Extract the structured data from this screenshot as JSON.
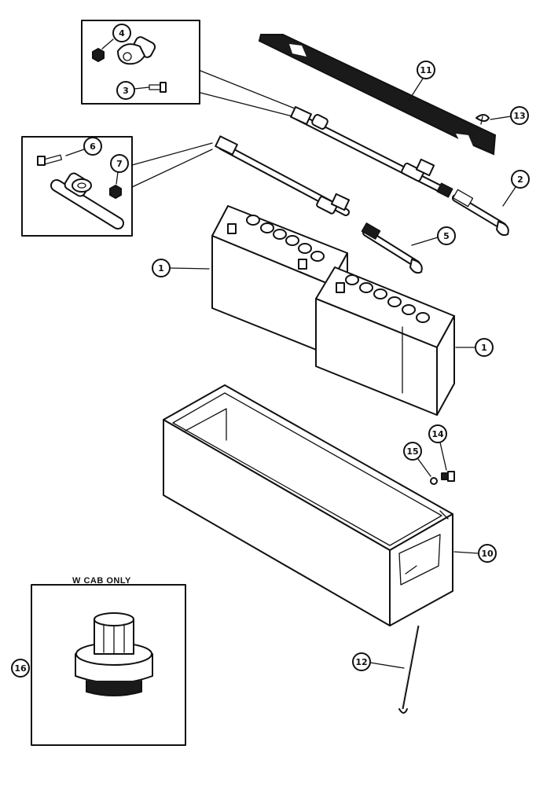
{
  "diagram": {
    "inset_caption": "W CAB ONLY",
    "callouts": {
      "c1a": "1",
      "c1b": "1",
      "c2": "2",
      "c3": "3",
      "c4": "4",
      "c5": "5",
      "c6": "6",
      "c7": "7",
      "c10": "10",
      "c11": "11",
      "c12": "12",
      "c13": "13",
      "c14": "14",
      "c15": "15",
      "c16": "16"
    }
  }
}
